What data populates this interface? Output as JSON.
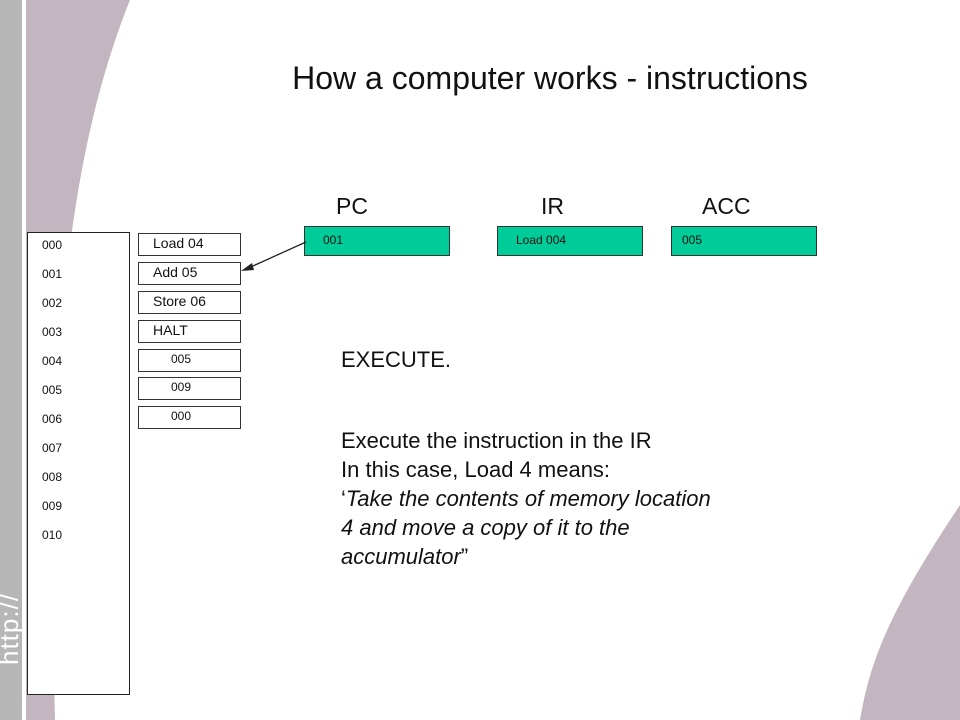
{
  "title": "How a computer works - instructions",
  "registers": {
    "pc": {
      "label": "PC",
      "value": "001"
    },
    "ir": {
      "label": "IR",
      "value": "Load 004"
    },
    "acc": {
      "label": "ACC",
      "value": "005"
    }
  },
  "addresses": [
    "000",
    "001",
    "002",
    "003",
    "004",
    "005",
    "006",
    "007",
    "008",
    "009",
    "010"
  ],
  "memory_cells": [
    "Load 04",
    "Add 05",
    "Store 06",
    "HALT",
    "005",
    "009",
    "000"
  ],
  "body": {
    "heading": "EXECUTE.",
    "line1": "Execute the instruction in the IR",
    "line2": "In this case, Load 4 means:",
    "q_open": "‘",
    "q_line1": "Take the contents of memory location",
    "q_line2": "4 and move a copy of it to the",
    "q_line3": "accumulator",
    "q_close": "”"
  },
  "side_text": "http://"
}
